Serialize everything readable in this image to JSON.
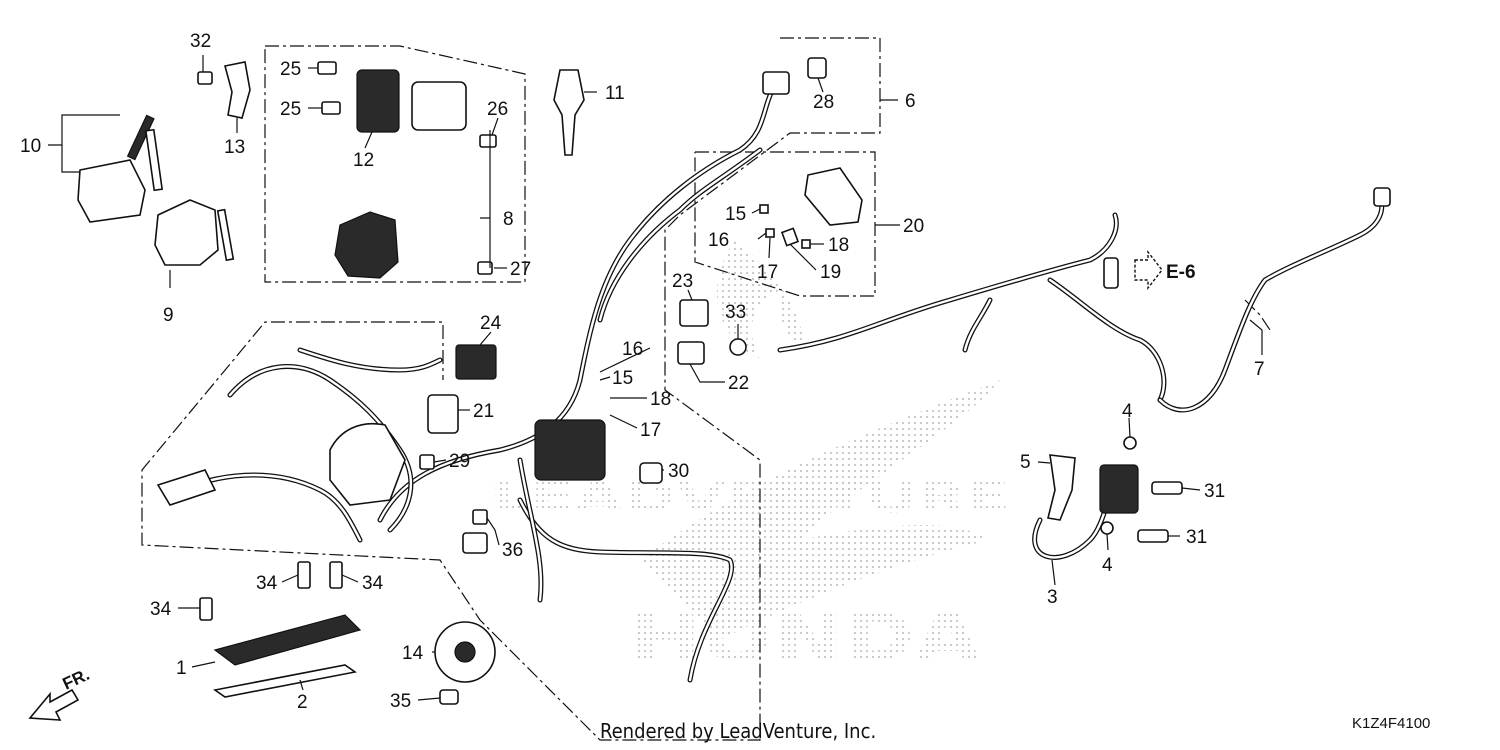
{
  "diagram": {
    "callouts": [
      {
        "id": "c1",
        "text": "1"
      },
      {
        "id": "c2",
        "text": "2"
      },
      {
        "id": "c3",
        "text": "3"
      },
      {
        "id": "c4a",
        "text": "4"
      },
      {
        "id": "c4b",
        "text": "4"
      },
      {
        "id": "c5",
        "text": "5"
      },
      {
        "id": "c6",
        "text": "6"
      },
      {
        "id": "c7",
        "text": "7"
      },
      {
        "id": "c8",
        "text": "8"
      },
      {
        "id": "c9",
        "text": "9"
      },
      {
        "id": "c10",
        "text": "10"
      },
      {
        "id": "c11",
        "text": "11"
      },
      {
        "id": "c12",
        "text": "12"
      },
      {
        "id": "c13",
        "text": "13"
      },
      {
        "id": "c14",
        "text": "14"
      },
      {
        "id": "c15a",
        "text": "15"
      },
      {
        "id": "c15b",
        "text": "15"
      },
      {
        "id": "c16a",
        "text": "16"
      },
      {
        "id": "c16b",
        "text": "16"
      },
      {
        "id": "c17a",
        "text": "17"
      },
      {
        "id": "c17b",
        "text": "17"
      },
      {
        "id": "c18a",
        "text": "18"
      },
      {
        "id": "c18b",
        "text": "18"
      },
      {
        "id": "c19",
        "text": "19"
      },
      {
        "id": "c20",
        "text": "20"
      },
      {
        "id": "c21",
        "text": "21"
      },
      {
        "id": "c22",
        "text": "22"
      },
      {
        "id": "c23",
        "text": "23"
      },
      {
        "id": "c24",
        "text": "24"
      },
      {
        "id": "c25a",
        "text": "25"
      },
      {
        "id": "c25b",
        "text": "25"
      },
      {
        "id": "c26",
        "text": "26"
      },
      {
        "id": "c27",
        "text": "27"
      },
      {
        "id": "c28",
        "text": "28"
      },
      {
        "id": "c29",
        "text": "29"
      },
      {
        "id": "c30",
        "text": "30"
      },
      {
        "id": "c31a",
        "text": "31"
      },
      {
        "id": "c31b",
        "text": "31"
      },
      {
        "id": "c32",
        "text": "32"
      },
      {
        "id": "c33",
        "text": "33"
      },
      {
        "id": "c34a",
        "text": "34"
      },
      {
        "id": "c34b",
        "text": "34"
      },
      {
        "id": "c34c",
        "text": "34"
      },
      {
        "id": "c35",
        "text": "35"
      },
      {
        "id": "c36",
        "text": "36"
      }
    ],
    "reference_label": "E-6",
    "direction_label": "FR.",
    "footer_text": "Rendered by LeadVenture, Inc.",
    "diagram_code": "K1Z4F4100",
    "watermark": {
      "brand": "HONDA",
      "dealer": "LEADVENTURE"
    }
  }
}
